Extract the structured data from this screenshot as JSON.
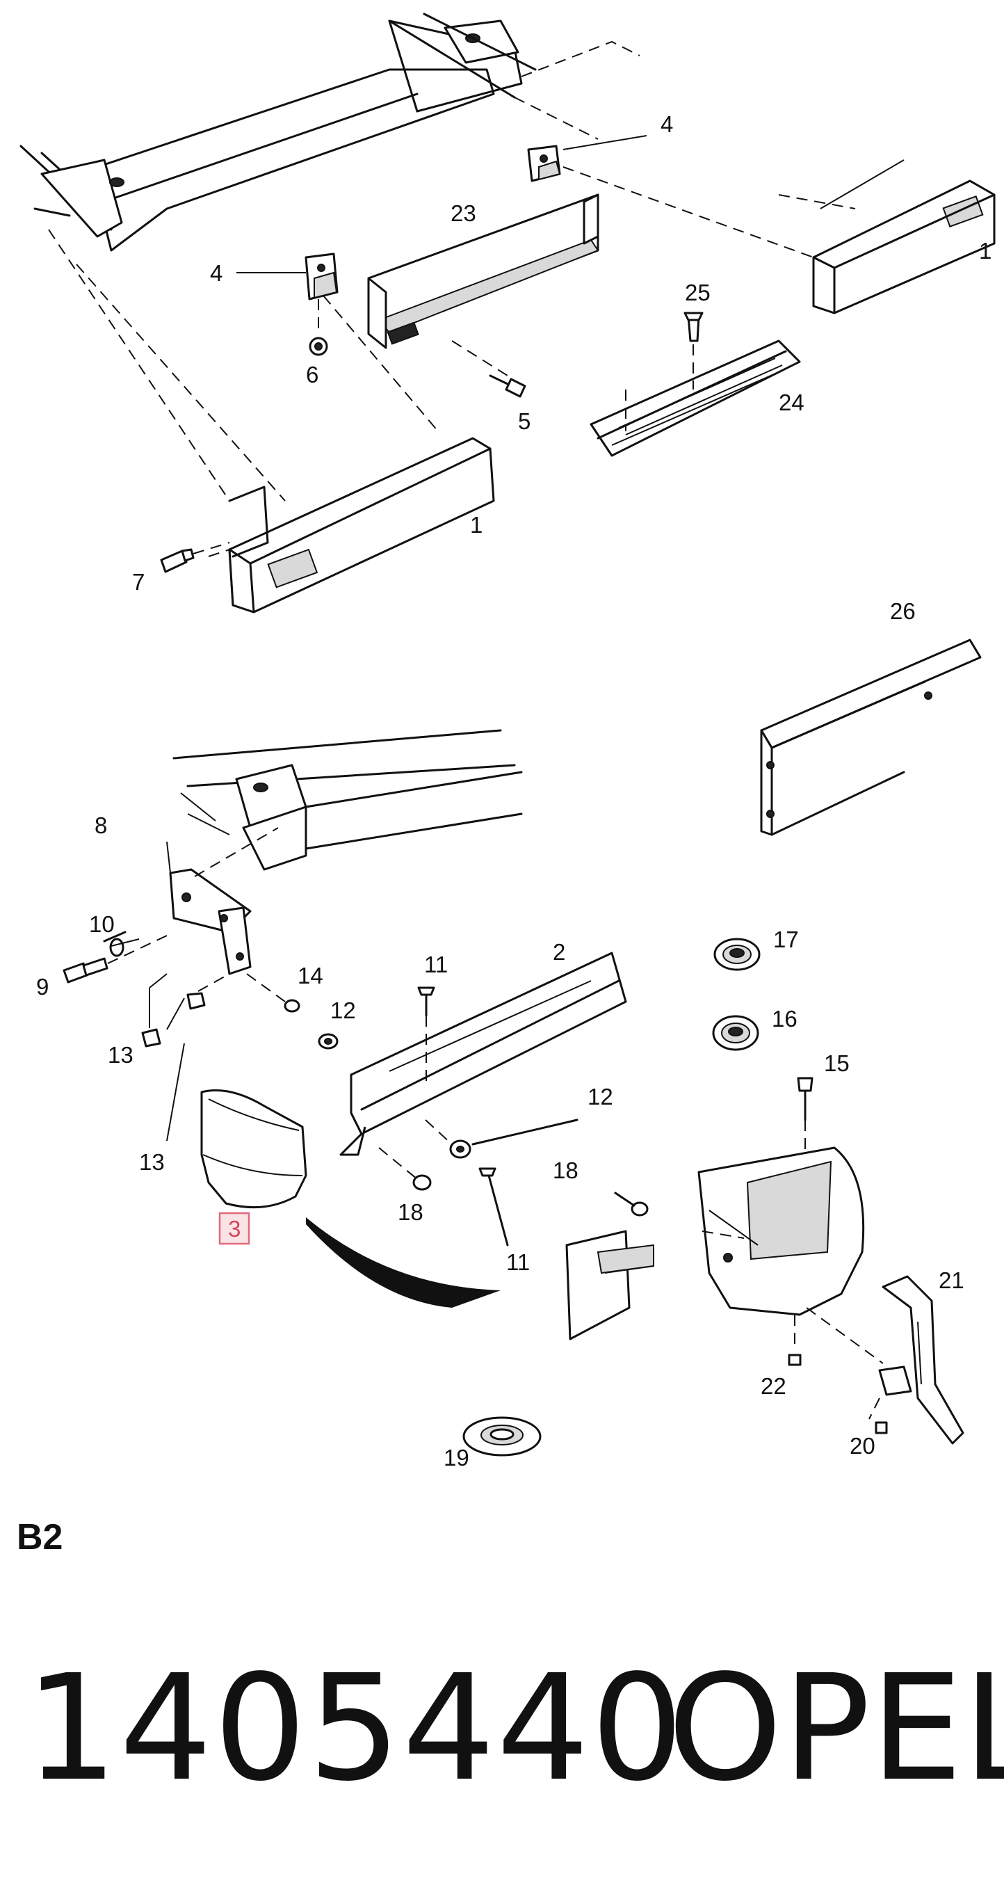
{
  "diagram": {
    "callouts": {
      "c1_right": "1",
      "c1_left": "1",
      "c2": "2",
      "c3": "3",
      "c4_top": "4",
      "c4_left": "4",
      "c5": "5",
      "c6": "6",
      "c7": "7",
      "c8": "8",
      "c9": "9",
      "c10": "10",
      "c11_top": "11",
      "c11_bottom": "11",
      "c12_top": "12",
      "c12_right": "12",
      "c13_top": "13",
      "c13_bottom": "13",
      "c14": "14",
      "c15": "15",
      "c16": "16",
      "c17": "17",
      "c18_left": "18",
      "c18_right": "18",
      "c19": "19",
      "c20": "20",
      "c21": "21",
      "c22": "22",
      "c23": "23",
      "c24": "24",
      "c25": "25",
      "c26": "26"
    },
    "highlight_color": "#e06b7c"
  },
  "footer": {
    "section_label": "B2",
    "part_number": "1405440",
    "brand": "OPEL"
  }
}
